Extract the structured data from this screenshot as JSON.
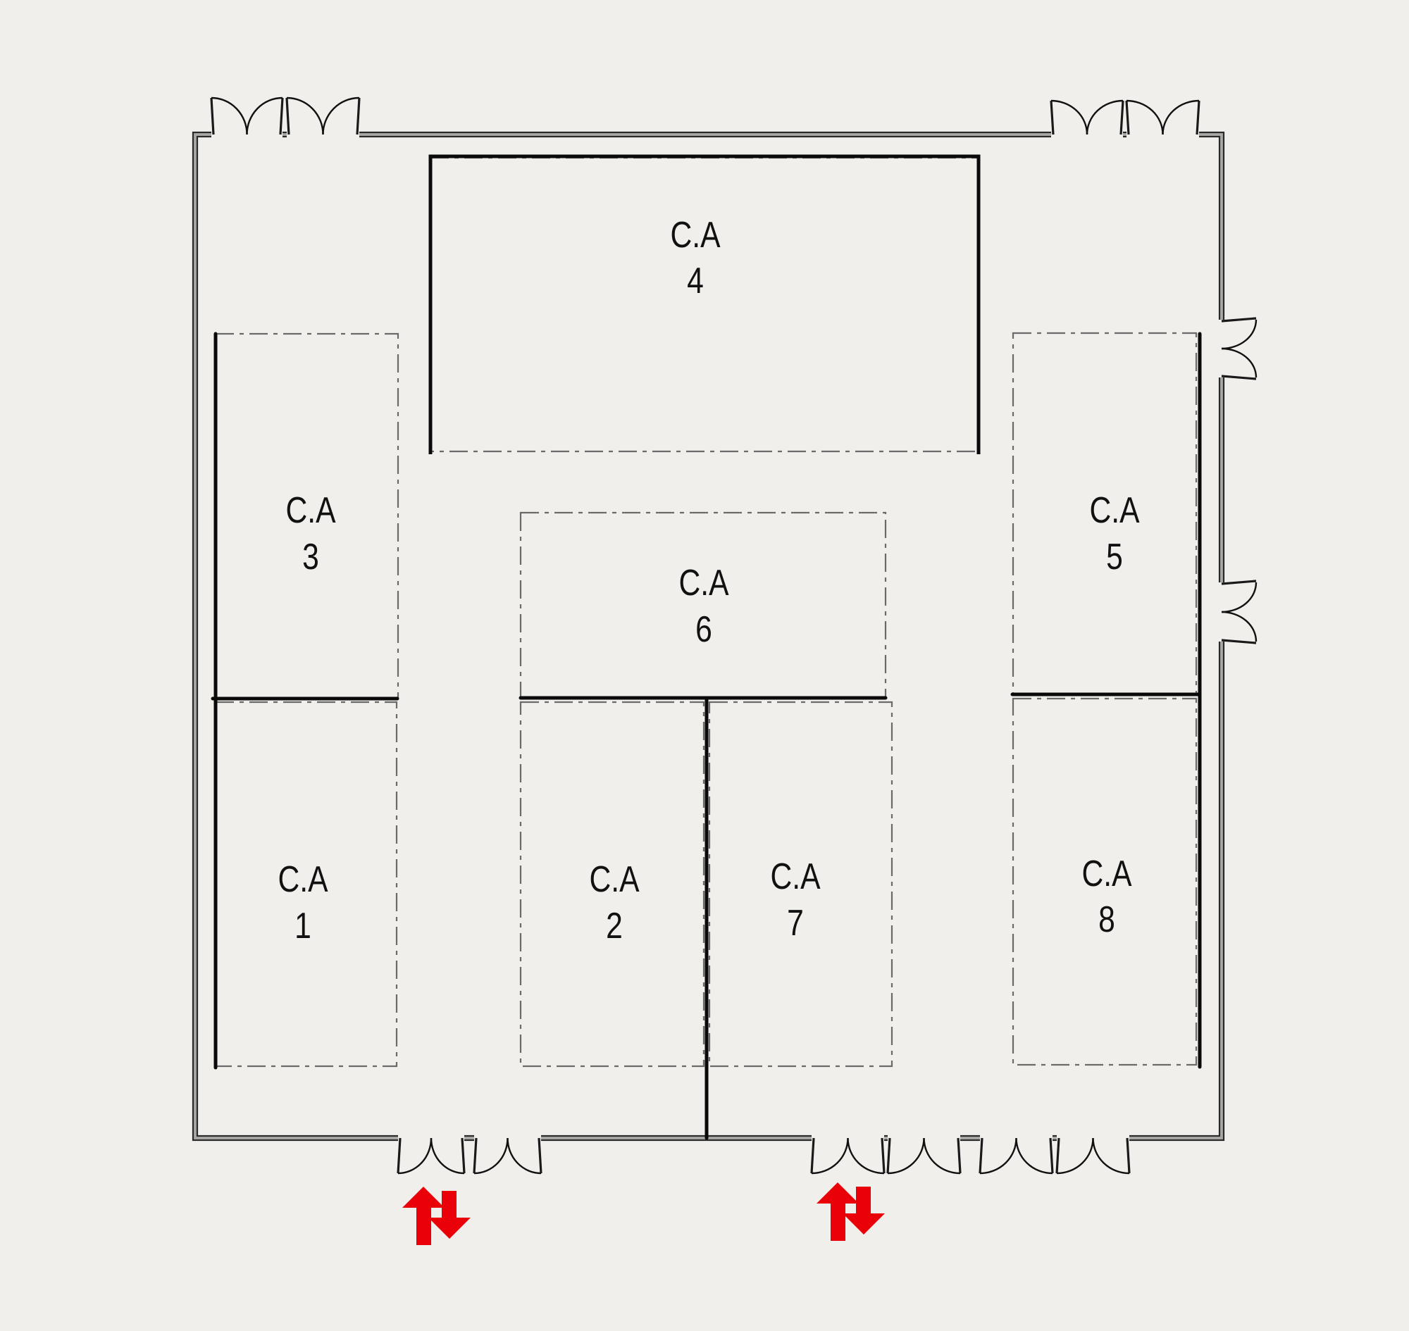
{
  "title": "Floor plan - common areas (C.A)",
  "colors": {
    "background": "#f0efeb",
    "wall": "#2a2a2a",
    "partition": "#0a0a0a",
    "zone_outline": "#6a6a6a",
    "exit_arrow": "#ea0008"
  },
  "areas": [
    {
      "id": "ca-1",
      "prefix": "C.A",
      "number": "1"
    },
    {
      "id": "ca-2",
      "prefix": "C.A",
      "number": "2"
    },
    {
      "id": "ca-3",
      "prefix": "C.A",
      "number": "3"
    },
    {
      "id": "ca-4",
      "prefix": "C.A",
      "number": "4"
    },
    {
      "id": "ca-5",
      "prefix": "C.A",
      "number": "5"
    },
    {
      "id": "ca-6",
      "prefix": "C.A",
      "number": "6"
    },
    {
      "id": "ca-7",
      "prefix": "C.A",
      "number": "7"
    },
    {
      "id": "ca-8",
      "prefix": "C.A",
      "number": "8"
    }
  ],
  "doors": {
    "top_wall_double_doors": 4,
    "right_wall_double_doors": 2,
    "bottom_wall_double_doors": 6
  },
  "entrance_markers": [
    {
      "icon": "entry-exit-arrows-icon",
      "meaning": "entry / exit"
    },
    {
      "icon": "entry-exit-arrows-icon",
      "meaning": "entry / exit"
    }
  ]
}
